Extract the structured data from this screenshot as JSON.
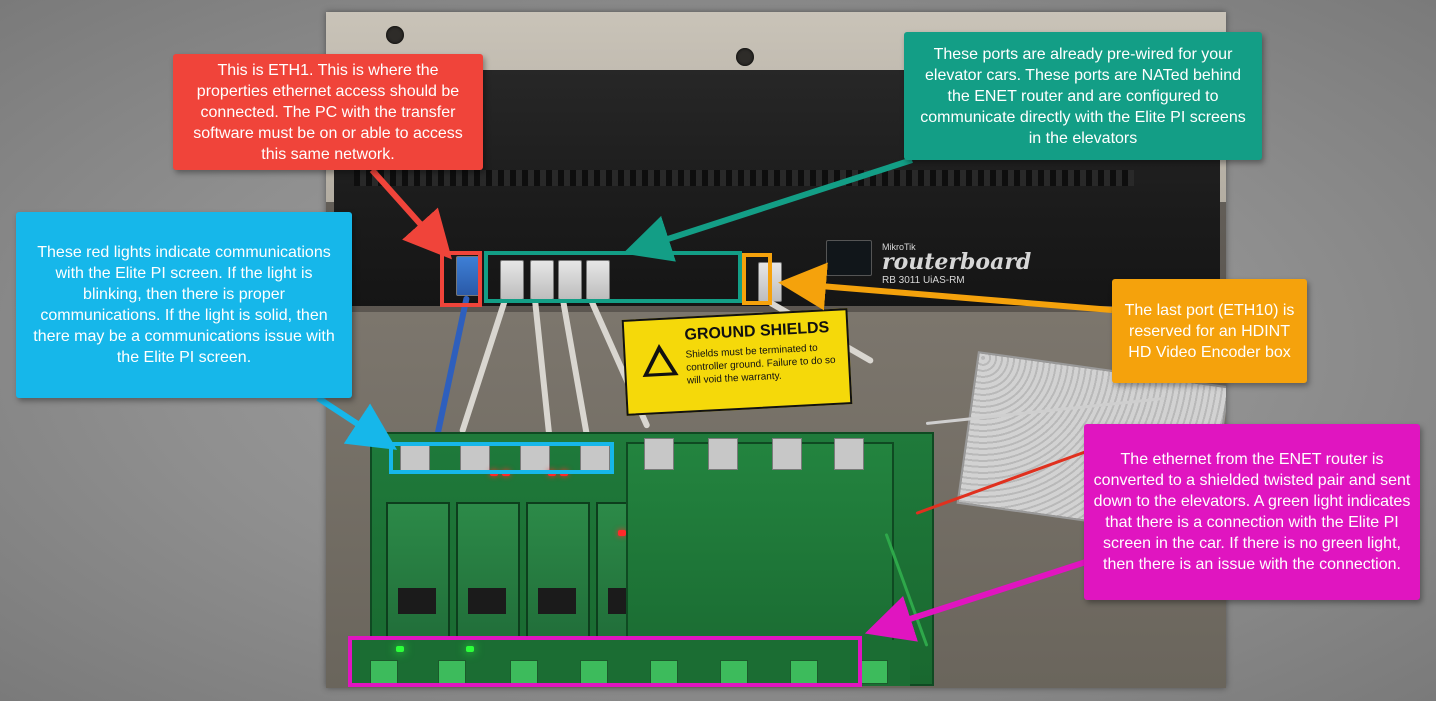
{
  "callouts": {
    "eth1": "This is ETH1. This is where the properties ethernet access should be connected. The PC with the transfer software must be on or able to access this same network.",
    "prewired": "These ports are already pre-wired for your elevator cars. These ports are NATed behind the ENET router and are configured to communicate directly with the Elite PI screens in the elevators",
    "red_lights": "These red lights indicate communications with the Elite PI screen. If the light is blinking, then there is proper communications. If the light is solid, then there may be a communications issue with the Elite PI screen.",
    "last_port": "The last port (ETH10) is reserved for an HDINT HD Video Encoder box",
    "green_light": "The ethernet from the ENET router is converted to a shielded twisted pair and sent down to the elevators. A green light indicates that there is a connection with the Elite PI screen in the car. If there is no green light, then there is an issue with the connection."
  },
  "photo": {
    "router_brand_small": "MikroTik",
    "router_brand": "routerboard",
    "router_model": "RB 3011 UiAS-RM",
    "ground_label_title": "GROUND SHIELDS",
    "ground_label_text": "Shields must be terminated to controller ground. Failure to do so will void the warranty."
  },
  "colors": {
    "red": "#f0443a",
    "teal": "#139e86",
    "orange": "#f5a20c",
    "cyan": "#16b7ea",
    "magenta": "#e015c0"
  }
}
